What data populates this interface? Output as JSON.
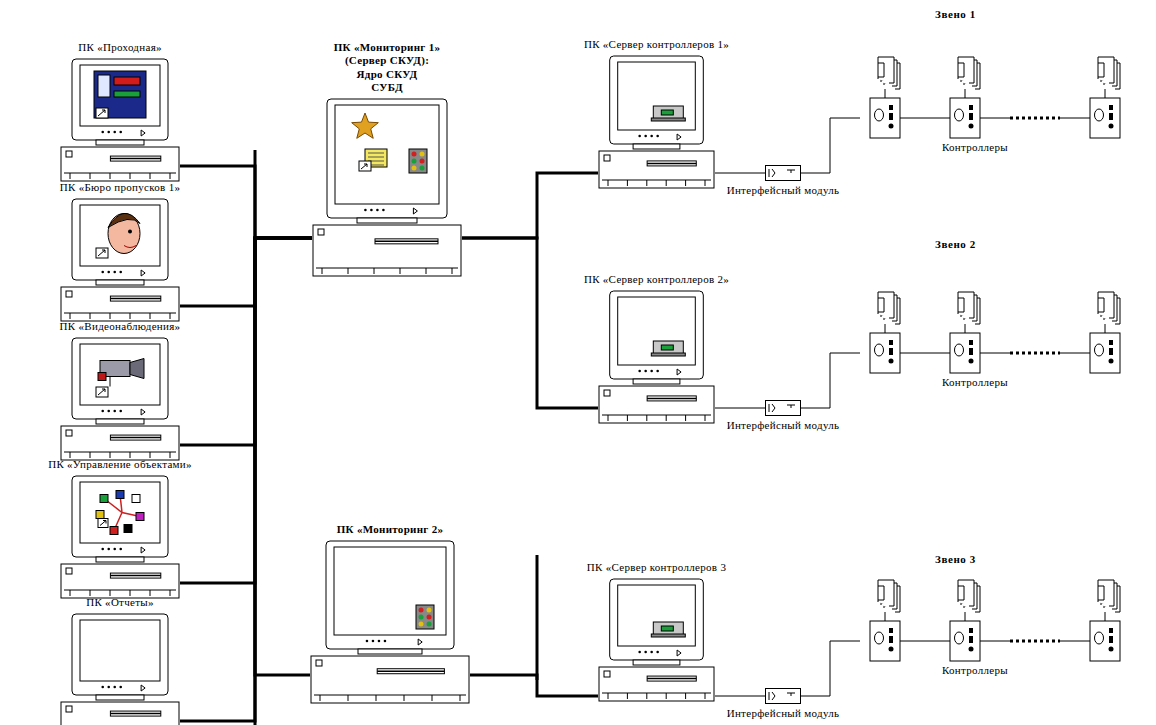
{
  "diagram": {
    "nodes": [
      {
        "text": [
          "ПК «Проходная»"
        ]
      },
      {
        "text": [
          "ПК «Бюро пропусков 1»"
        ]
      },
      {
        "text": [
          "ПК «Видеонаблюдения»"
        ]
      },
      {
        "text": [
          "ПК «Управление объектами»"
        ]
      },
      {
        "text": [
          "ПК «Отчеты»"
        ]
      },
      {
        "text": [
          "ПК «Мониторинг 1»",
          "(Сервер СКУД):",
          "Ядро СКУД СУБД"
        ]
      },
      {
        "text": [
          "ПК «Сервер контроллеров 1»"
        ]
      },
      {
        "text": [
          "Интерфейсный модуль"
        ]
      },
      {
        "text": [
          "Контроллеры"
        ]
      },
      {
        "text": [
          "ПК «Сервер контроллеров 2»"
        ]
      },
      {
        "text": [
          "Интерфейсный модуль"
        ]
      },
      {
        "text": [
          "Контроллеры"
        ]
      },
      {
        "text": [
          "ПК «Мониторинг 2»"
        ]
      },
      {
        "text": [
          "ПК «Сервер контроллеров 3"
        ]
      },
      {
        "text": [
          "Интерфейсный модуль"
        ]
      },
      {
        "text": [
          "Контроллеры"
        ]
      }
    ],
    "edges": [
      {
        "from": 0,
        "to": 5,
        "arrow": "none"
      },
      {
        "from": 1,
        "to": 5,
        "arrow": "none"
      },
      {
        "from": 2,
        "to": 5,
        "arrow": "none"
      },
      {
        "from": 3,
        "to": 5,
        "arrow": "none"
      },
      {
        "from": 4,
        "to": 5,
        "arrow": "none"
      },
      {
        "from": 12,
        "to": 5,
        "arrow": "none"
      },
      {
        "from": 5,
        "to": 6,
        "arrow": "none"
      },
      {
        "from": 5,
        "to": 9,
        "arrow": "none"
      },
      {
        "from": 12,
        "to": 13,
        "arrow": "none"
      },
      {
        "from": 6,
        "to": 7,
        "arrow": "none"
      },
      {
        "from": 7,
        "to": 8,
        "arrow": "none"
      },
      {
        "from": 9,
        "to": 10,
        "arrow": "none"
      },
      {
        "from": 10,
        "to": 11,
        "arrow": "none"
      },
      {
        "from": 13,
        "to": 14,
        "arrow": "none"
      },
      {
        "from": 14,
        "to": 15,
        "arrow": "none"
      }
    ],
    "labels": [
      "Звено 1",
      "Звено 2",
      "Звено 3"
    ]
  }
}
